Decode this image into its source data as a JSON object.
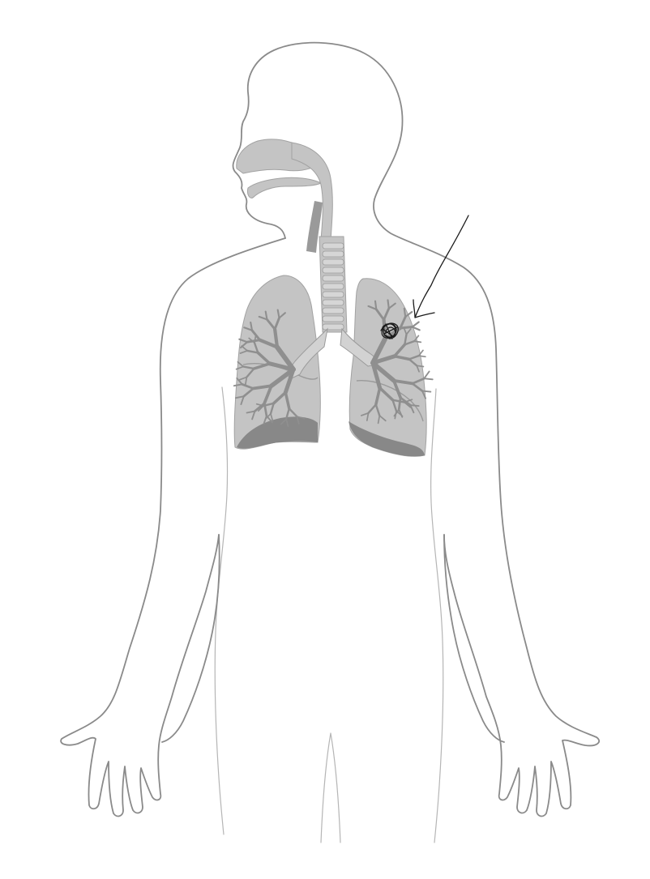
{
  "diagram": {
    "subject": "human-respiratory-system",
    "colors": {
      "background": "#ffffff",
      "outline": "#8a8a8a",
      "outline_light": "#b5b5b5",
      "organ_fill": "#c4c4c4",
      "organ_dark": "#9a9a9a",
      "organ_shadow": "#7e7e7e",
      "bronchi": "#8f8f8f",
      "annotation": "#1a1a1a"
    },
    "parts": [
      "body-outline",
      "nasal-cavity",
      "oral-cavity",
      "pharynx",
      "trachea",
      "right-lung",
      "left-lung",
      "bronchial-tree",
      "hand-drawn-arrow",
      "scribble-mark"
    ]
  }
}
